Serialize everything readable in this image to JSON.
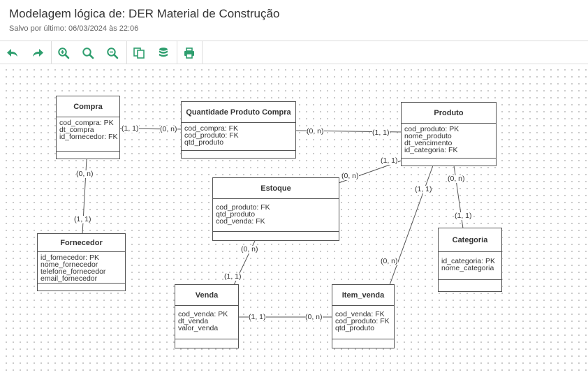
{
  "header": {
    "title": "Modelagem lógica de: DER Material de Construção",
    "saved": "Salvo por último: 06/03/2024 às 22:06"
  },
  "toolbar": {
    "buttons": [
      "undo-icon",
      "redo-icon",
      "zoom-in-icon",
      "zoom-reset-icon",
      "zoom-out-icon",
      "copy-icon",
      "database-icon",
      "print-icon"
    ],
    "accent": "#2e9e6e"
  },
  "entities": {
    "compra": {
      "name": "Compra",
      "attrs": [
        "cod_compra: PK",
        "dt_compra",
        "id_fornecedor: FK"
      ]
    },
    "qtd_produto_compra": {
      "name": "Quantidade Produto Compra",
      "attrs": [
        "cod_compra: FK",
        "cod_produto: FK",
        "qtd_produto"
      ]
    },
    "produto": {
      "name": "Produto",
      "attrs": [
        "cod_produto: PK",
        "nome_produto",
        "dt_vencimento",
        "id_categoria: FK"
      ]
    },
    "estoque": {
      "name": "Estoque",
      "attrs": [
        "cod_produto: FK",
        "qtd_produto",
        "cod_venda: FK"
      ]
    },
    "fornecedor": {
      "name": "Fornecedor",
      "attrs": [
        "id_fornecedor: PK",
        "nome_fornecedor",
        "telefone_fornecedor",
        "email_fornecedor"
      ]
    },
    "categoria": {
      "name": "Categoria",
      "attrs": [
        "id_categoria: PK",
        "nome_categoria"
      ]
    },
    "venda": {
      "name": "Venda",
      "attrs": [
        "cod_venda: PK",
        "dt_venda",
        "valor_venda"
      ]
    },
    "item_venda": {
      "name": "Item_venda",
      "attrs": [
        "cod_venda: FK",
        "cod_produto: FK",
        "qtd_produto"
      ]
    }
  },
  "cardinalities": {
    "compra_qpc_a": "(1, 1)",
    "compra_qpc_b": "(0, n)",
    "qpc_produto_a": "(0, n)",
    "qpc_produto_b": "(1, 1)",
    "compra_forn_a": "(0, n)",
    "compra_forn_b": "(1, 1)",
    "estoque_produto_a": "(0, n)",
    "estoque_produto_b": "(1, 1)",
    "produto_itemvenda_a": "(1, 1)",
    "produto_itemvenda_b": "(0, n)",
    "produto_categoria_a": "(0, n)",
    "produto_categoria_b": "(1, 1)",
    "estoque_venda_a": "(0, n)",
    "estoque_venda_b": "(1, 1)",
    "venda_itemvenda_a": "(1, 1)",
    "venda_itemvenda_b": "(0, n)"
  }
}
